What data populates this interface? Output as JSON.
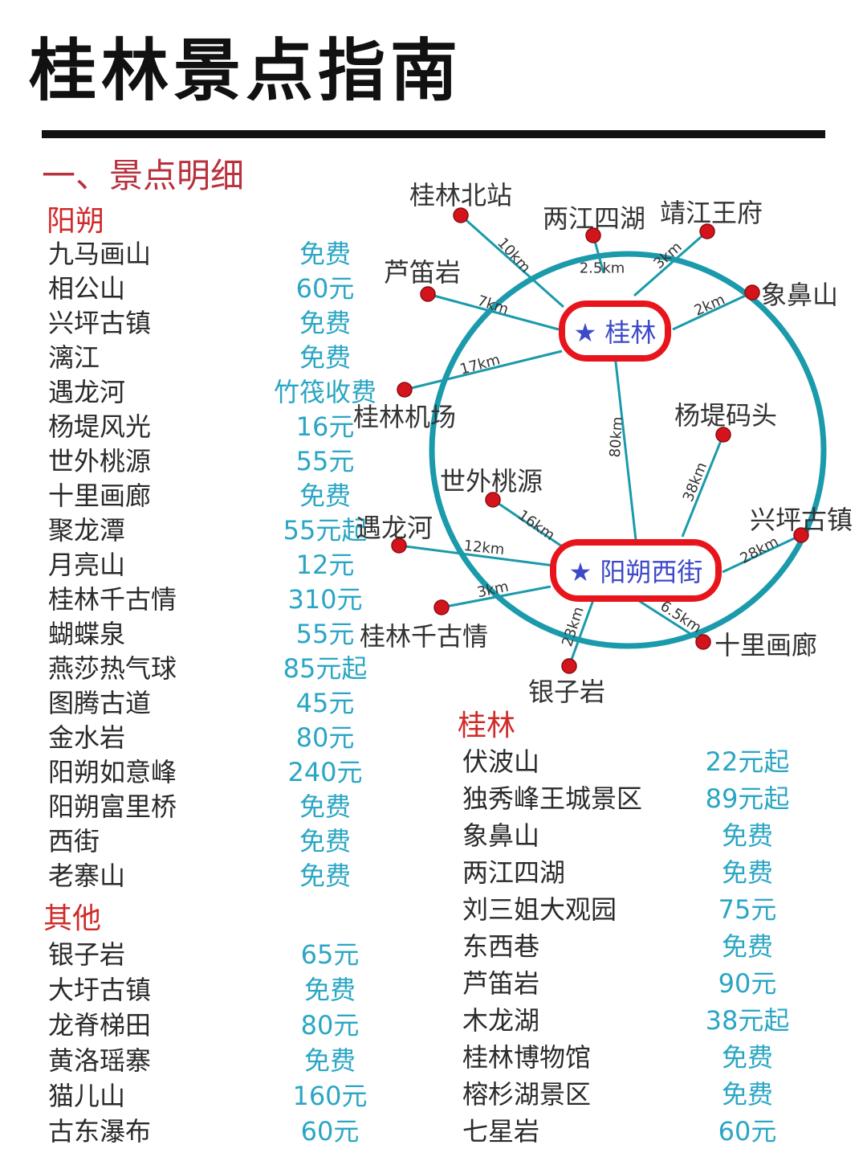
{
  "title": "桂林景点指南",
  "section_title": "一、景点明细",
  "groups": {
    "yangshuo": {
      "heading": "阳朔",
      "items": [
        {
          "name": "九马画山",
          "price": "免费"
        },
        {
          "name": "相公山",
          "price": "60元"
        },
        {
          "name": "兴坪古镇",
          "price": "免费"
        },
        {
          "name": "漓江",
          "price": "免费"
        },
        {
          "name": "遇龙河",
          "price": "竹筏收费"
        },
        {
          "name": "杨堤风光",
          "price": "16元"
        },
        {
          "name": "世外桃源",
          "price": "55元"
        },
        {
          "name": "十里画廊",
          "price": "免费"
        },
        {
          "name": "聚龙潭",
          "price": "55元起"
        },
        {
          "name": "月亮山",
          "price": "12元"
        },
        {
          "name": "桂林千古情",
          "price": "310元"
        },
        {
          "name": "蝴蝶泉",
          "price": "55元"
        },
        {
          "name": "燕莎热气球",
          "price": "85元起"
        },
        {
          "name": "图腾古道",
          "price": "45元"
        },
        {
          "name": "金水岩",
          "price": "80元"
        },
        {
          "name": "阳朔如意峰",
          "price": "240元"
        },
        {
          "name": "阳朔富里桥",
          "price": "免费"
        },
        {
          "name": "西街",
          "price": "免费"
        },
        {
          "name": "老寨山",
          "price": "免费"
        }
      ]
    },
    "other": {
      "heading": "其他",
      "items": [
        {
          "name": "银子岩",
          "price": "65元"
        },
        {
          "name": "大圩古镇",
          "price": "免费"
        },
        {
          "name": "龙脊梯田",
          "price": "80元"
        },
        {
          "name": "黄洛瑶寨",
          "price": "免费"
        },
        {
          "name": "猫儿山",
          "price": "160元"
        },
        {
          "name": "古东瀑布",
          "price": "60元"
        }
      ]
    },
    "guilin": {
      "heading": "桂林",
      "items": [
        {
          "name": "伏波山",
          "price": "22元起"
        },
        {
          "name": "独秀峰王城景区",
          "price": "89元起"
        },
        {
          "name": "象鼻山",
          "price": "免费"
        },
        {
          "name": "两江四湖",
          "price": "免费"
        },
        {
          "name": "刘三姐大观园",
          "price": "75元"
        },
        {
          "name": "东西巷",
          "price": "免费"
        },
        {
          "name": "芦笛岩",
          "price": "90元"
        },
        {
          "name": "木龙湖",
          "price": "38元起"
        },
        {
          "name": "桂林博物馆",
          "price": "免费"
        },
        {
          "name": "榕杉湖景区",
          "price": "免费"
        },
        {
          "name": "七星岩",
          "price": "60元"
        }
      ]
    }
  },
  "map": {
    "hubs": {
      "guilin": "★ 桂林",
      "yangshuo": "★ 阳朔西街"
    },
    "hub_link_distance": "80km",
    "guilin_spokes": [
      {
        "place": "桂林北站",
        "distance": "10km"
      },
      {
        "place": "两江四湖",
        "distance": "2.5km"
      },
      {
        "place": "靖江王府",
        "distance": "3km"
      },
      {
        "place": "芦笛岩",
        "distance": "7km"
      },
      {
        "place": "象鼻山",
        "distance": "2km"
      },
      {
        "place": "桂林机场",
        "distance": "17km"
      }
    ],
    "yangshuo_spokes": [
      {
        "place": "杨堤码头",
        "distance": "38km"
      },
      {
        "place": "世外桃源",
        "distance": "16km"
      },
      {
        "place": "遇龙河",
        "distance": "12km"
      },
      {
        "place": "兴坪古镇",
        "distance": "28km"
      },
      {
        "place": "桂林千古情",
        "distance": "3km"
      },
      {
        "place": "十里画廊",
        "distance": "6.5km"
      },
      {
        "place": "银子岩",
        "distance": "23km"
      }
    ]
  },
  "colors": {
    "heading_red": "#d02a2a",
    "section_red": "#b8323f",
    "price_teal": "#2aa6c4",
    "ring_teal": "#1a9aab",
    "hub_outline_red": "#e8141c",
    "hub_text_blue": "#3d49c9",
    "pin_red": "#d4141c"
  }
}
